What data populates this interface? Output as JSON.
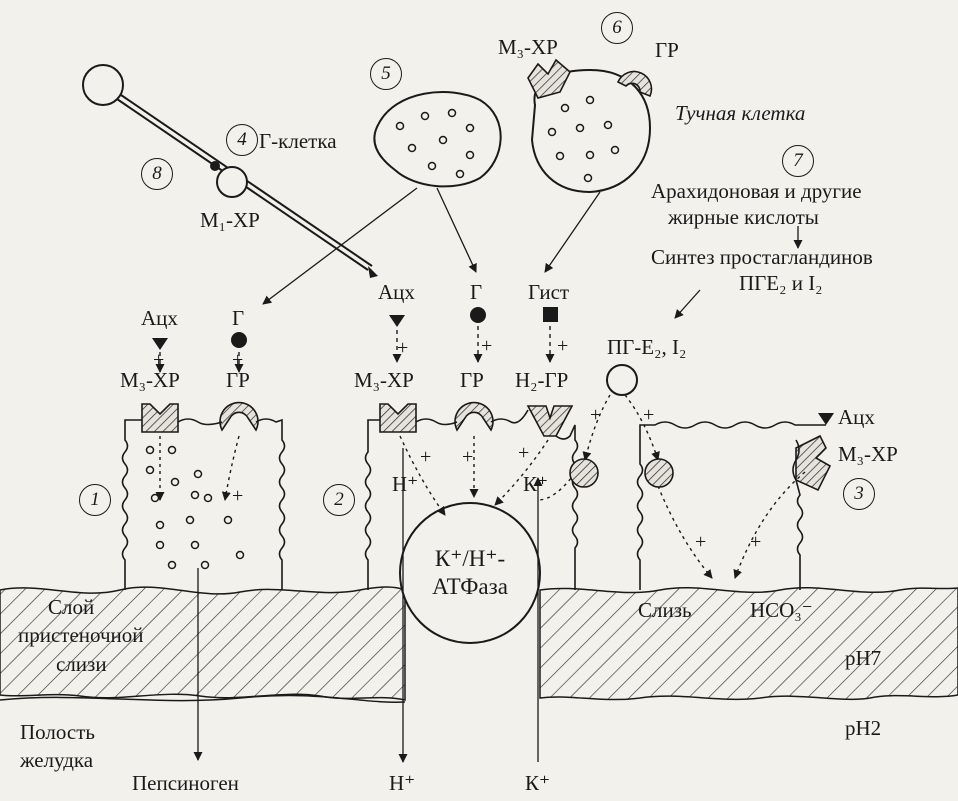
{
  "numbers": {
    "n1": "1",
    "n2": "2",
    "n3": "3",
    "n4": "4",
    "n5": "5",
    "n6": "6",
    "n7": "7",
    "n8": "8"
  },
  "cells": {
    "g_cell": "Г-клетка",
    "mast_cell": "Тучная клетка",
    "m1xr": "М₁-ХР"
  },
  "top_receptors": {
    "m3xr": "М₃-ХР",
    "gr": "ГР"
  },
  "arachidonic": {
    "line1": "Арахидоновая и другие",
    "line2": "жирные кислоты"
  },
  "synthesis": {
    "line1": "Синтез простагландинов",
    "line2": "ПГЕ₂ и I₂"
  },
  "mediators": {
    "ach_left": "Ацх",
    "g_left": "Г",
    "ach_mid": "Ацх",
    "g_mid": "Г",
    "hist": "Гист",
    "pg": "ПГ-Е₂, I₂",
    "ach_right": "Ацх"
  },
  "receptors": {
    "m3xr_left": "М₃-ХР",
    "gr_left": "ГР",
    "m3xr_mid": "М₃-ХР",
    "gr_mid": "ГР",
    "h2gr": "Н₂-ГР",
    "m3xr_right": "М₃-ХР"
  },
  "ions": {
    "h_plus": "Н⁺",
    "k_plus": "К⁺"
  },
  "atpase": {
    "line1": "К⁺/Н⁺-",
    "line2": "АТФаза"
  },
  "mucus_layer": {
    "line1": "Слой",
    "line2": "пристеночной",
    "line3": "слизи"
  },
  "mucus": "Слизь",
  "hco3": "НСО₃⁻",
  "ph7": "рН7",
  "ph2": "рН2",
  "cavity": {
    "line1": "Полость",
    "line2": "желудка"
  },
  "outputs": {
    "pepsinogen": "Пепсиноген",
    "h_out": "Н⁺",
    "k_out": "К⁺"
  },
  "plus": "+"
}
